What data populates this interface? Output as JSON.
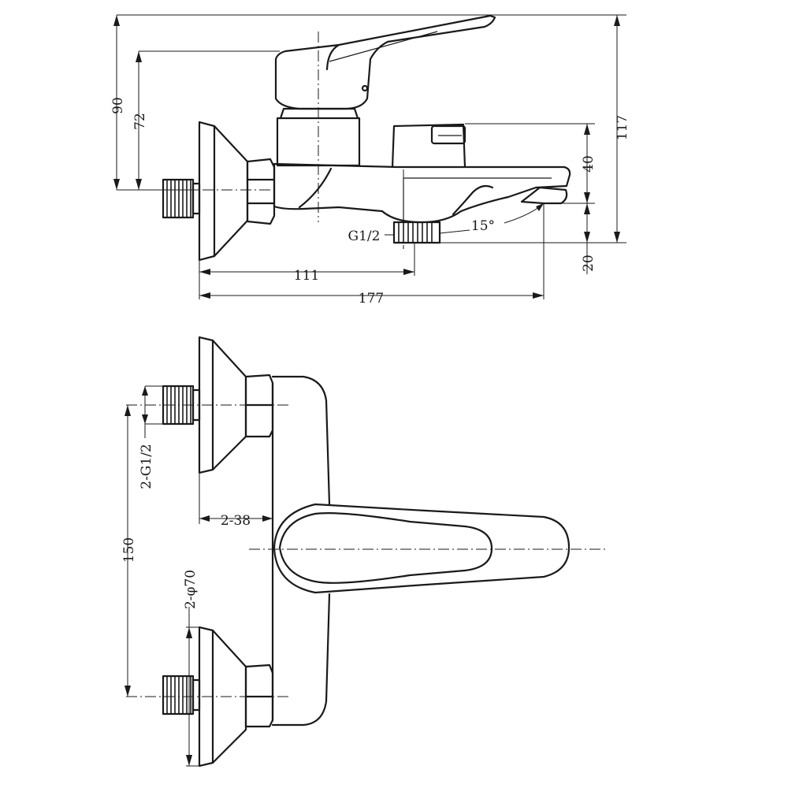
{
  "side_view": {
    "dim_90": "90",
    "dim_72": "72",
    "dim_117": "117",
    "dim_40": "40",
    "dim_20": "20",
    "dim_111": "111",
    "dim_177": "177",
    "angle_15": "15°",
    "outlet_thread": "G1/2"
  },
  "front_view": {
    "inlet_thread": "2-G1/2",
    "eccentric_38": "2-38",
    "spacing_150": "150",
    "flange_diameter": "2-φ70"
  }
}
